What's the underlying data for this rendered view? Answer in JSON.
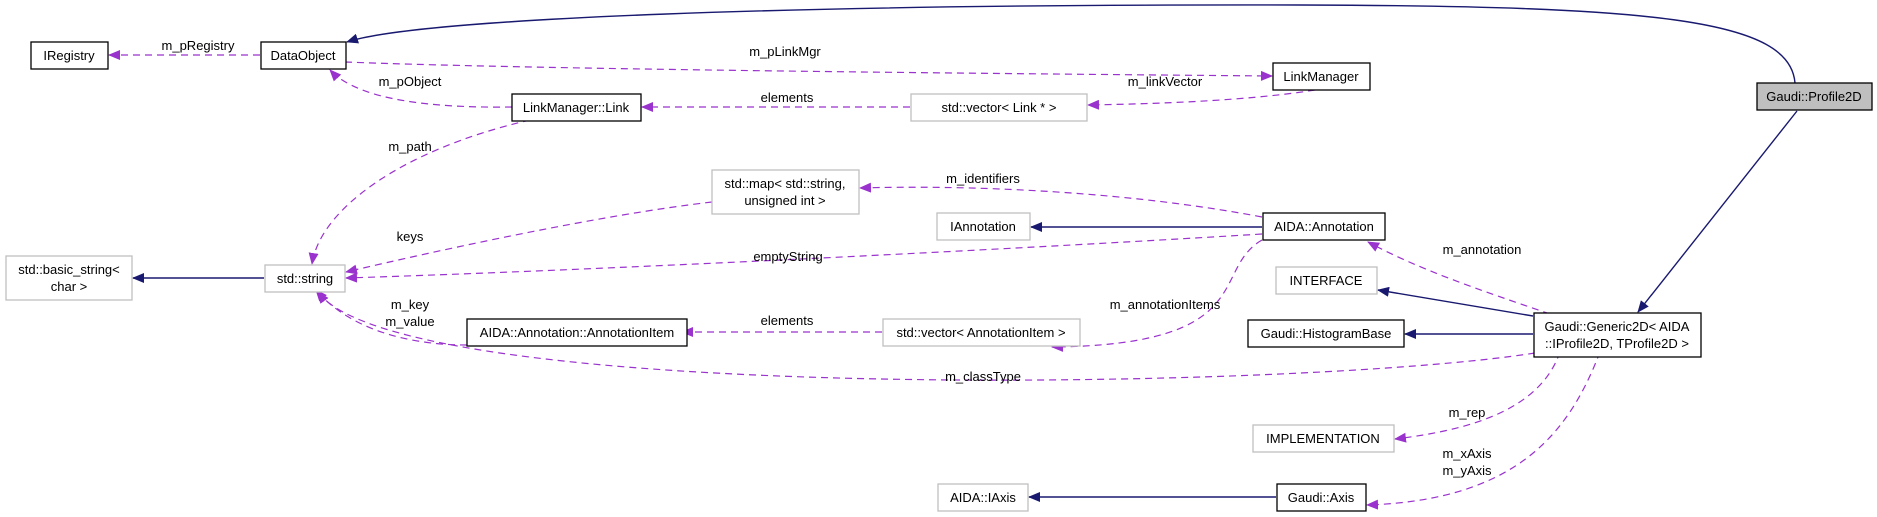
{
  "colors": {
    "inheritance": "#191970",
    "usage": "#9a32cd",
    "node_border": "#000000",
    "ghost_border": "#bfbfbf",
    "highlight_fill": "#bfbfbf",
    "text": "#000000"
  },
  "nodes": {
    "profile2d": "Gaudi::Profile2D",
    "dataobject": "DataObject",
    "iregistry": "IRegistry",
    "linkmanager": "LinkManager",
    "link": "LinkManager::Link",
    "vector_link": "std::vector< Link * >",
    "map_line1": "std::map< std::string,",
    "map_line2": "unsigned int >",
    "iannotation": "IAnnotation",
    "aida_annotation": "AIDA::Annotation",
    "basic_string_line1": "std::basic_string<",
    "basic_string_line2": "char >",
    "std_string": "std::string",
    "annotation_item": "AIDA::Annotation::AnnotationItem",
    "vector_item": "std::vector< AnnotationItem >",
    "interface": "INTERFACE",
    "histogram_base": "Gaudi::HistogramBase",
    "generic2d_line1": "Gaudi::Generic2D< AIDA",
    "generic2d_line2": "::IProfile2D, TProfile2D >",
    "implementation": "IMPLEMENTATION",
    "iaxis": "AIDA::IAxis",
    "gaudi_axis": "Gaudi::Axis"
  },
  "edge_labels": {
    "m_pRegistry": "m_pRegistry",
    "m_pLinkMgr": "m_pLinkMgr",
    "m_pObject": "m_pObject",
    "elements_link": "elements",
    "m_linkVector": "m_linkVector",
    "m_path": "m_path",
    "m_identifiers": "m_identifiers",
    "keys": "keys",
    "emptyString": "emptyString",
    "m_annotation": "m_annotation",
    "m_annotationItems": "m_annotationItems",
    "m_key": "m_key",
    "m_value": "m_value",
    "elements_item": "elements",
    "m_classType": "m_classType",
    "m_rep": "m_rep",
    "m_xAxis": "m_xAxis",
    "m_yAxis": "m_yAxis"
  }
}
